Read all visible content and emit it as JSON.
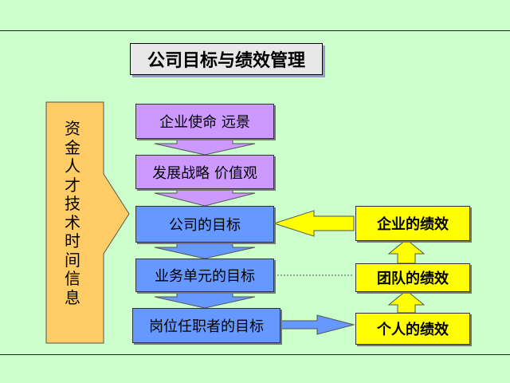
{
  "title": "公司目标与绩效管理",
  "resources": [
    "资",
    "金",
    "人",
    "才",
    "技",
    "术",
    "时",
    "间",
    "信",
    "息"
  ],
  "center_boxes": {
    "mission": "企业使命  远景",
    "strategy": "发展战略 价值观",
    "company_goal": "公司的目标",
    "unit_goal": "业务单元的目标",
    "position_goal": "岗位任职者的目标"
  },
  "performance_boxes": {
    "enterprise": "企业的绩效",
    "team": "团队的绩效",
    "individual": "个人的绩效"
  },
  "colors": {
    "background": "#ccffcc",
    "purple": "#cc99ff",
    "blue": "#6699ff",
    "yellow": "#ffff00",
    "orange": "#ffcc66"
  }
}
